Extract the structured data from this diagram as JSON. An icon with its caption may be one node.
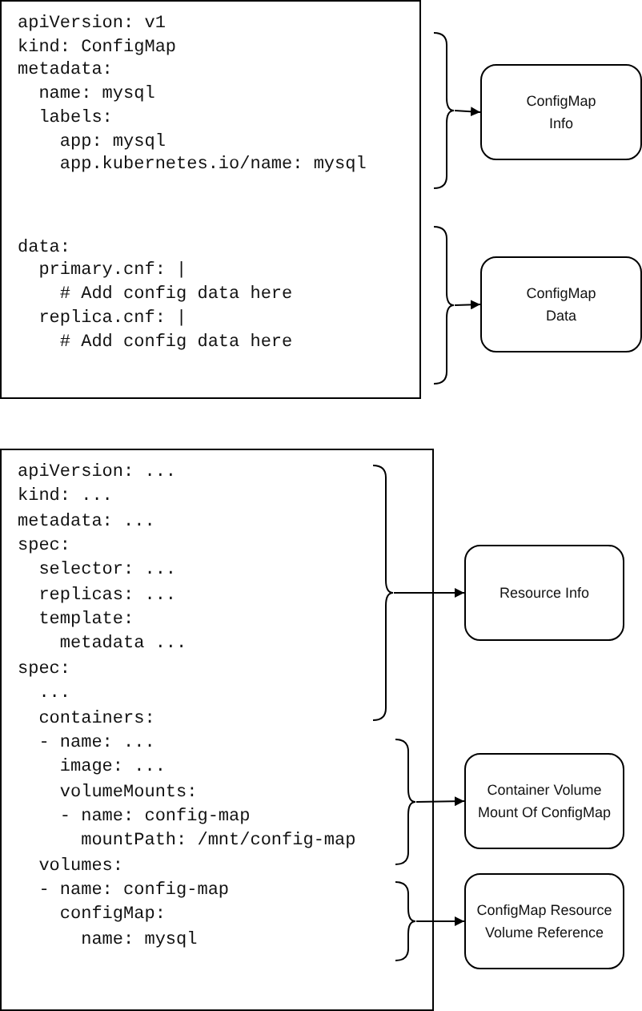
{
  "diagram": {
    "nodes": [
      {
        "text": [
          "apiVersion: v1",
          "kind: ConfigMap",
          "metadata:",
          "  name: mysql",
          "  labels:",
          "    app: mysql",
          "    app.kubernetes.io/name: mysql",
          "data:",
          "  primary.cnf: |",
          "    # Add config data here",
          "  replica.cnf: |",
          "    # Add config data here"
        ]
      },
      {
        "text": [
          "ConfigMap Info"
        ]
      },
      {
        "text": [
          "ConfigMap Data"
        ]
      },
      {
        "text": [
          "apiVersion: ...",
          "kind: ...",
          "metadata: ...",
          "spec:",
          "  selector: ...",
          "  replicas: ...",
          "  template:",
          "    metadata ...",
          "spec:",
          "  ...",
          "  containers:",
          "  - name: ...",
          "    image: ...",
          "    volumeMounts:",
          "    - name: config-map",
          "      mountPath: /mnt/config-map",
          "  volumes:",
          "  - name: config-map",
          "    configMap:",
          "      name: mysql"
        ]
      },
      {
        "text": [
          "Resource Info"
        ]
      },
      {
        "text": [
          "Container Volume Mount Of ConfigMap"
        ]
      },
      {
        "text": [
          "ConfigMap Resource Volume Reference"
        ]
      },
      {
        "text": [],
        "shape": "brace"
      },
      {
        "text": [],
        "shape": "brace"
      },
      {
        "text": [],
        "shape": "brace",
        "in": 3
      },
      {
        "text": [],
        "shape": "brace",
        "in": 3
      },
      {
        "text": [],
        "shape": "brace",
        "in": 3
      }
    ],
    "edges": [
      {
        "from": 7,
        "to": 1,
        "arrow": "to"
      },
      {
        "from": 8,
        "to": 2,
        "arrow": "to"
      },
      {
        "from": 9,
        "to": 4,
        "arrow": "to"
      },
      {
        "from": 10,
        "to": 5,
        "arrow": "to"
      },
      {
        "from": 11,
        "to": 6,
        "arrow": "to"
      }
    ]
  }
}
